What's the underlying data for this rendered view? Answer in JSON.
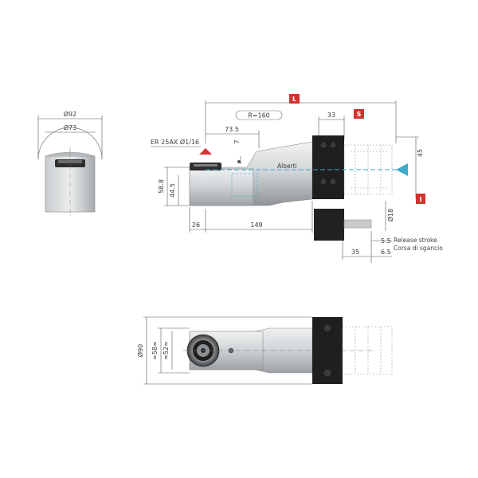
{
  "colors": {
    "accent": "#d5312f",
    "coolant": "#3fa9c9",
    "body_light": "#d6d8da",
    "body_mid": "#a9acaf",
    "body_dark": "#2b2b2b"
  },
  "markers": {
    "L": "L",
    "S": "S",
    "I": "I"
  },
  "side_view": {
    "dim_92": "Ø92",
    "dim_73": "Ø73"
  },
  "front_view": {
    "dim_L_total": "",
    "dim_R": "R=160",
    "dim_33": "33",
    "dim_73_5": "73.5",
    "collet": "ER 25AX Ø1/16",
    "dim_7": "7",
    "dim_58_8": "58.8",
    "dim_44_5": "44.5",
    "dim_26": "26",
    "dim_149": "149",
    "dim_45": "45",
    "dim_18": "Ø18",
    "dim_5_5": "5.5",
    "dim_35": "35",
    "dim_6_5": "6.5",
    "release_en": "Release stroke",
    "release_it": "Corsa di sgancio",
    "brand": "Alberti"
  },
  "top_view": {
    "dim_90": "Ø90",
    "dim_58": "≈58≈",
    "dim_52": "≈52≈"
  }
}
